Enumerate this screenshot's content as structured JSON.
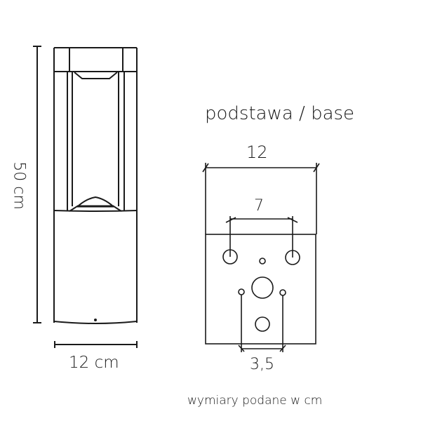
{
  "lamp_view": {
    "height_label": "50 cm",
    "width_label": "12 cm"
  },
  "base_view": {
    "title": "podstawa / base",
    "dimensions": {
      "overall_width": "12",
      "mount_hole_spacing": "7",
      "cable_hole_spacing": "3,5"
    }
  },
  "footer": {
    "note": "wymiary podane w cm"
  },
  "colors": {
    "line": "#1a1a1a",
    "background": "#ffffff"
  }
}
